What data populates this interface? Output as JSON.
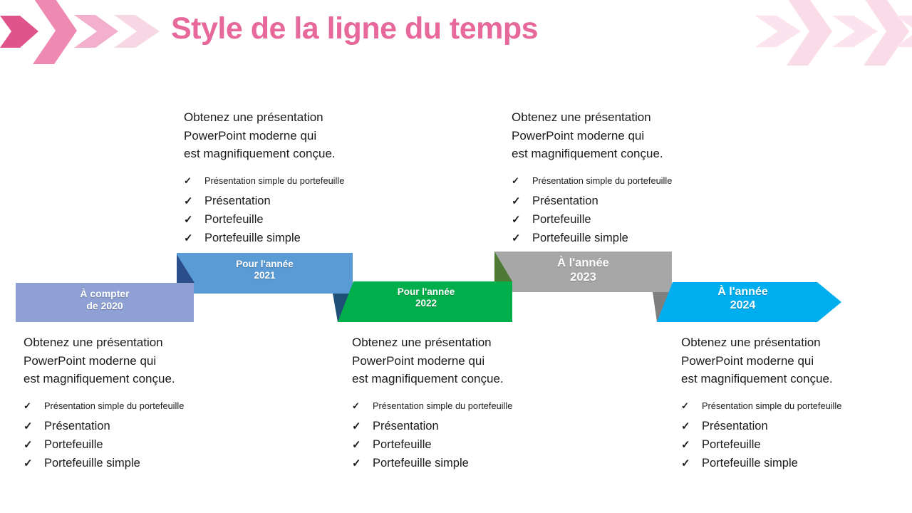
{
  "slide": {
    "title": "Style de la ligne du temps",
    "title_color": "#E7689B"
  },
  "decor": {
    "left_chevrons": [
      "#E0548C",
      "#EE8AB2",
      "#F2B0CC",
      "#F8D7E4"
    ],
    "right_chevrons": [
      "#FBE4EE",
      "#F9DCE8"
    ]
  },
  "timeline": {
    "label_color": "#FFFFFF",
    "milestones": [
      {
        "id": "2020",
        "line1": "À compter",
        "line2": "de 2020",
        "color": "#8EA0D4",
        "row": "lower"
      },
      {
        "id": "2021",
        "line1": "Pour l'année",
        "line2": "2021",
        "color": "#5B9BD5",
        "fold_color": "#2B4D8A",
        "row": "upper"
      },
      {
        "id": "2022",
        "line1": "Pour l'année",
        "line2": "2022",
        "color": "#00AE4C",
        "fold_color": "#1F5078",
        "row": "lower"
      },
      {
        "id": "2023",
        "line1": "À l'année",
        "line2": "2023",
        "color": "#A7A7A7",
        "fold_color": "#4E7A35",
        "row": "upper"
      },
      {
        "id": "2024",
        "line1": "À l'année",
        "line2": "2024",
        "color": "#00AEEF",
        "fold_color": "#7F7F7F",
        "row": "lower",
        "shape": "arrow"
      }
    ]
  },
  "content_block": {
    "description": "Obtenez une présentation\nPowerPoint moderne qui\nest magnifiquement conçue.",
    "check_icon": "✓",
    "checklist_small": "Présentation simple du portefeuille",
    "checklist": [
      "Présentation",
      "Portefeuille",
      "Portefeuille simple"
    ]
  }
}
